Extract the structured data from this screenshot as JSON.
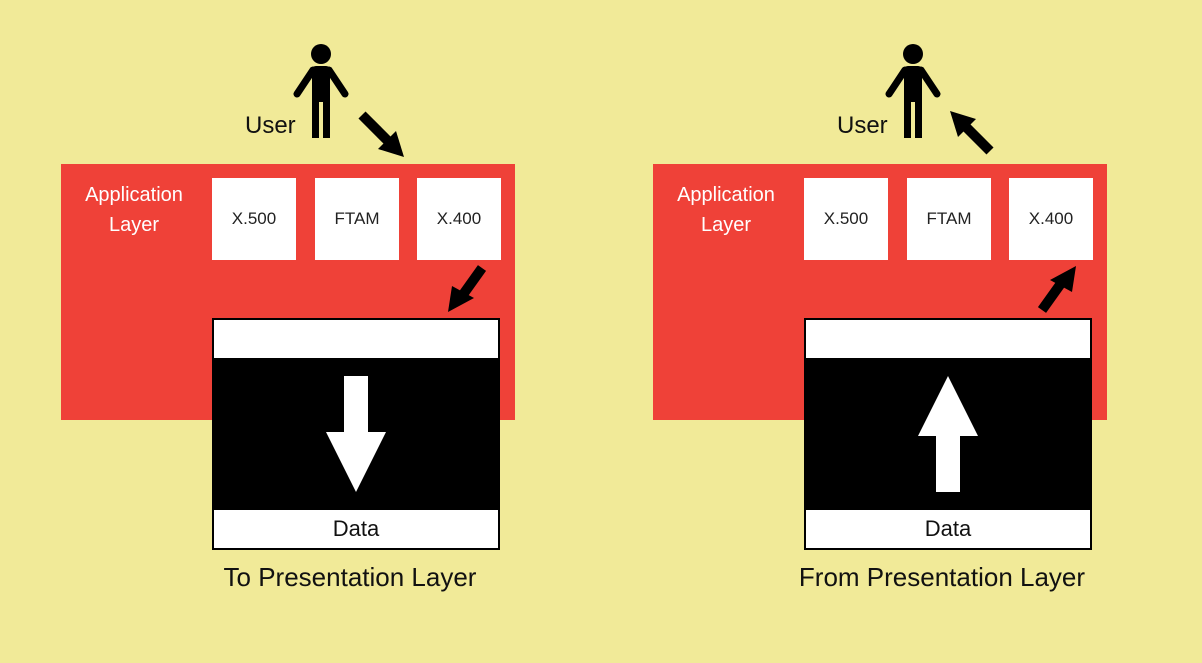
{
  "panels": [
    {
      "user_label": "User",
      "app_layer_label_line1": "Application",
      "app_layer_label_line2": "Layer",
      "protocols": [
        "X.500",
        "FTAM",
        "X.400"
      ],
      "data_label": "Data",
      "caption": "To Presentation Layer",
      "flow": "down"
    },
    {
      "user_label": "User",
      "app_layer_label_line1": "Application",
      "app_layer_label_line2": "Layer",
      "protocols": [
        "X.500",
        "FTAM",
        "X.400"
      ],
      "data_label": "Data",
      "caption": "From Presentation Layer",
      "flow": "up"
    }
  ],
  "colors": {
    "background": "#f1ea98",
    "application_layer": "#ef4138",
    "protocol_box": "#ffffff",
    "data_stack": "#000000"
  },
  "icons": [
    "person-icon",
    "diagonal-arrow-icon",
    "vertical-arrow-icon"
  ]
}
